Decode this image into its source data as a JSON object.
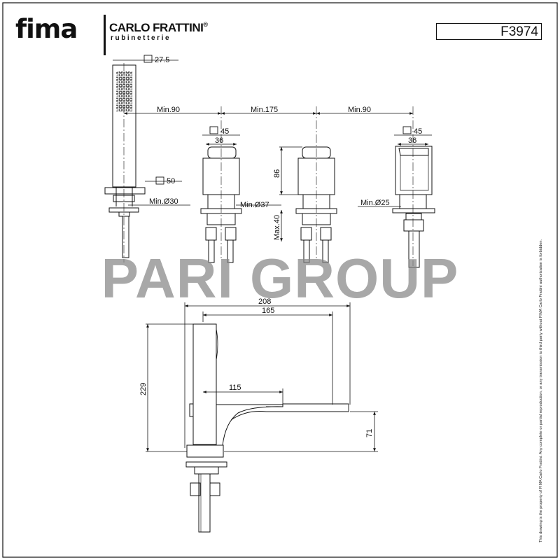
{
  "header": {
    "logo": "fima",
    "brand": "CARLO FRATTINI",
    "brand_sub": "rubinetterie",
    "registered": "®",
    "product_code": "F3974"
  },
  "dimensions": {
    "handshower_square": "27.5",
    "holder_square": "50",
    "holder_hole": "Min.Ø30",
    "spacing_left": "Min.90",
    "spacing_center": "Min.175",
    "spacing_right": "Min.90",
    "valve_left_square": "45",
    "valve_left_width": "36",
    "valve_left_hole": "Min.Ø37",
    "valve_center_height": "86",
    "deck_max": "Max.40",
    "spout_square": "45",
    "spout_width": "36",
    "spout_hole": "Min.Ø25",
    "total_length": "208",
    "spout_length": "165",
    "valve_offset": "115",
    "total_height": "229",
    "spout_height": "71"
  },
  "watermark": "PARI GROUP",
  "footer": {
    "copyright": "This drawing is the property of FIMA Carlo Frattini. Any complete or partial reproduction, or any transmission to third party without FIMA Carlo Frattini authorization is forbidden."
  }
}
